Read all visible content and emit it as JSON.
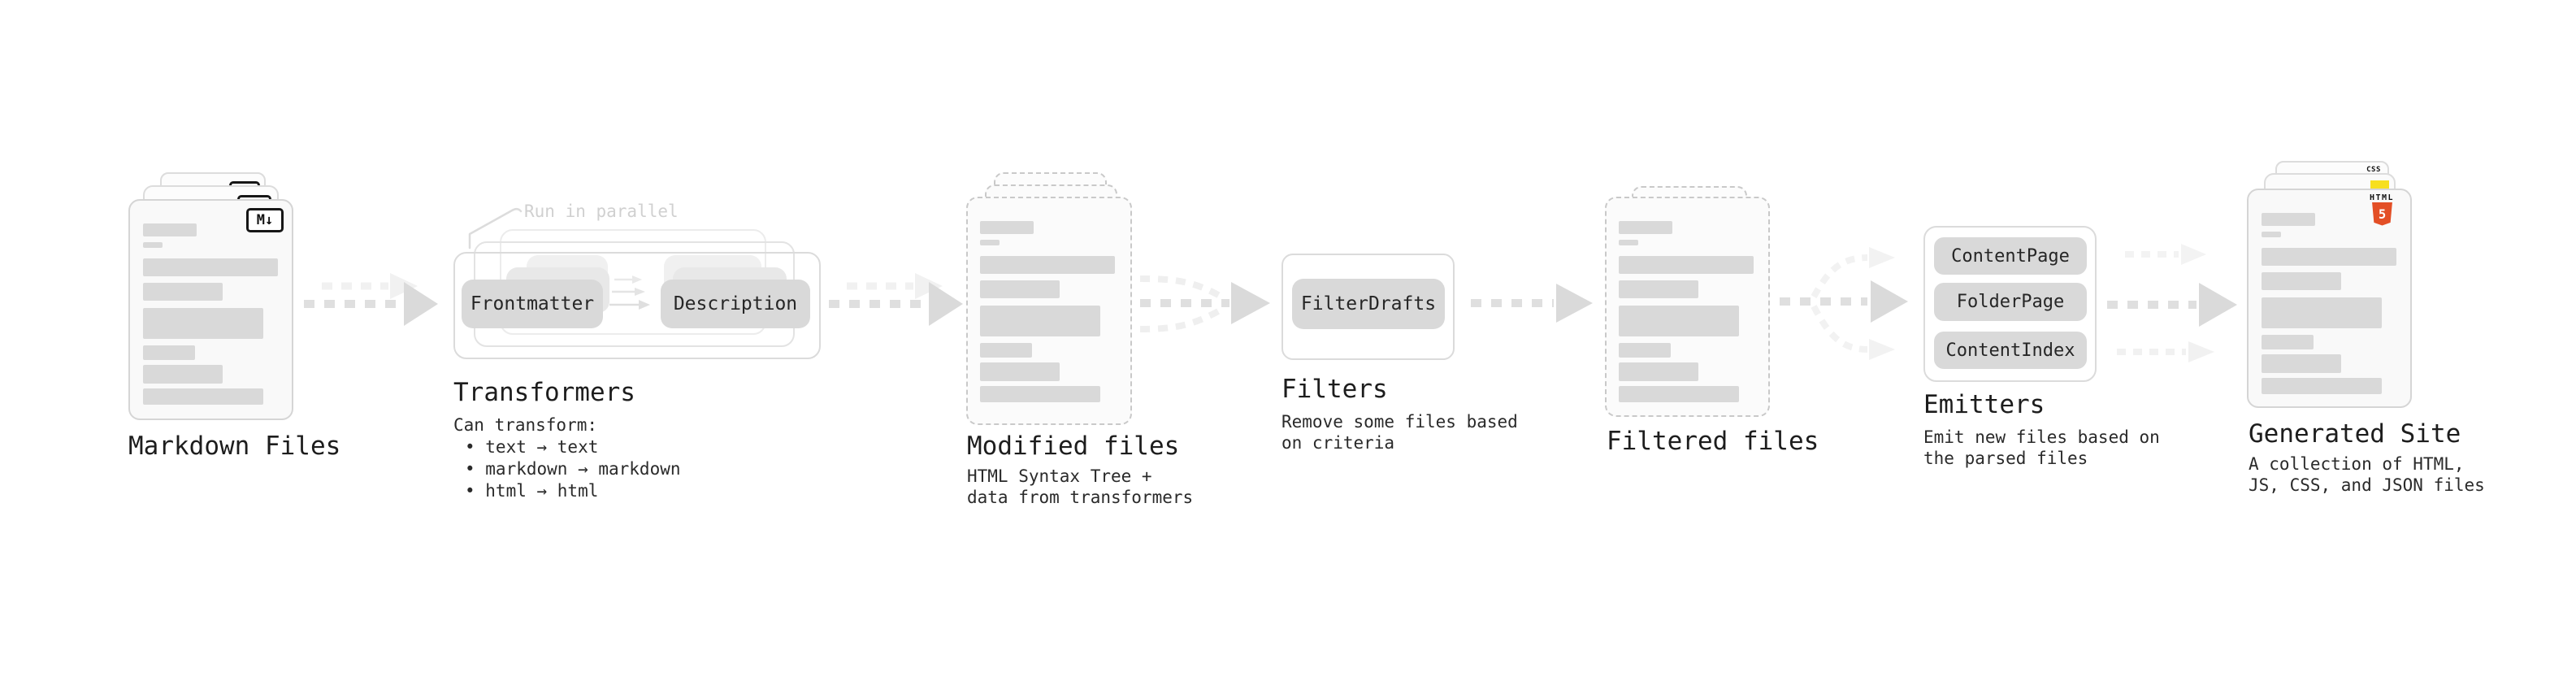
{
  "stages": {
    "markdown_files": {
      "label": "Markdown Files"
    },
    "transformers": {
      "label": "Transformers",
      "note": "Run in parallel",
      "pills": [
        "Frontmatter",
        "Description"
      ],
      "desc_title": "Can transform:",
      "bullets": [
        "• text → text",
        "• markdown → markdown",
        "• html → html"
      ]
    },
    "modified_files": {
      "label": "Modified files",
      "desc": "HTML Syntax Tree +\ndata from transformers"
    },
    "filters": {
      "label": "Filters",
      "pills": [
        "FilterDrafts"
      ],
      "desc": "Remove some files based\non criteria"
    },
    "filtered_files": {
      "label": "Filtered files"
    },
    "emitters": {
      "label": "Emitters",
      "pills": [
        "ContentPage",
        "FolderPage",
        "ContentIndex"
      ],
      "desc": "Emit new files based on\nthe parsed files"
    },
    "generated_site": {
      "label": "Generated Site",
      "desc": "A collection of HTML,\nJS, CSS, and JSON files"
    }
  },
  "icons": {
    "markdown_badge": "M↓",
    "html5_label": "HTML",
    "html5_shield": "5",
    "css_badge": "CSS"
  },
  "colors": {
    "html5_orange": "#e34f26",
    "js_yellow": "#f7df1e",
    "css_blue": "#2e6be5",
    "placeholder_gray": "#d9d9d9",
    "arrow_gray": "#dadada",
    "ghost_gray": "#f1f1f1"
  }
}
